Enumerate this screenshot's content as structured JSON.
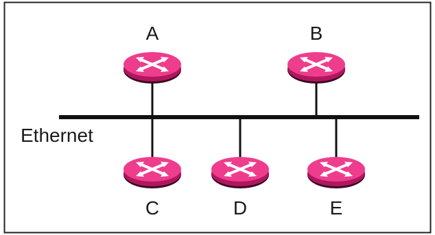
{
  "network": {
    "label": "Ethernet",
    "routers": [
      {
        "id": "A"
      },
      {
        "id": "B"
      },
      {
        "id": "C"
      },
      {
        "id": "D"
      },
      {
        "id": "E"
      }
    ]
  },
  "colors": {
    "router_top": "#ee3d8d",
    "router_side": "#b0175e",
    "router_dark": "#3a0a22",
    "cross": "#ffffff",
    "line": "#111111"
  }
}
